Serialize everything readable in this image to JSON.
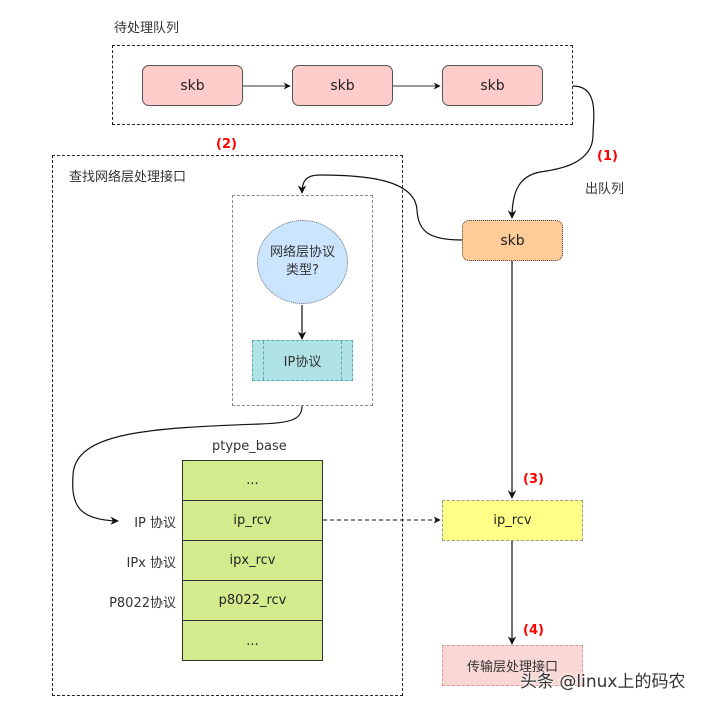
{
  "queue": {
    "title": "待处理队列",
    "items": [
      "skb",
      "skb",
      "skb"
    ]
  },
  "dequeue": {
    "step": "(1)",
    "label": "出队列",
    "skb": "skb"
  },
  "lookup": {
    "step": "(2)",
    "title": "查找网络层处理接口",
    "decision": [
      "网络层协议",
      "类型?"
    ],
    "protocol": "IP协议"
  },
  "ptype_base": {
    "title": "ptype_base",
    "rows": [
      {
        "label": "",
        "value": "..."
      },
      {
        "label": "IP 协议",
        "value": "ip_rcv"
      },
      {
        "label": "IPx 协议",
        "value": "ipx_rcv"
      },
      {
        "label": "P8022协议",
        "value": "p8022_rcv"
      },
      {
        "label": "",
        "value": "..."
      }
    ]
  },
  "handler": {
    "step": "(3)",
    "label": "ip_rcv"
  },
  "transport": {
    "step": "(4)",
    "label": "传输层处理接口"
  },
  "watermark": "头条 @linux上的码农",
  "colors": {
    "queue_skb": "#ffcccc",
    "dequeued_skb": "#ffcc99",
    "decision": "#cce5ff",
    "protocol": "#b0e3e6",
    "table": "#d4eb8d",
    "ip_rcv": "#ffff88",
    "transport": "#f8d7d4",
    "step_label": "#ff0000"
  }
}
